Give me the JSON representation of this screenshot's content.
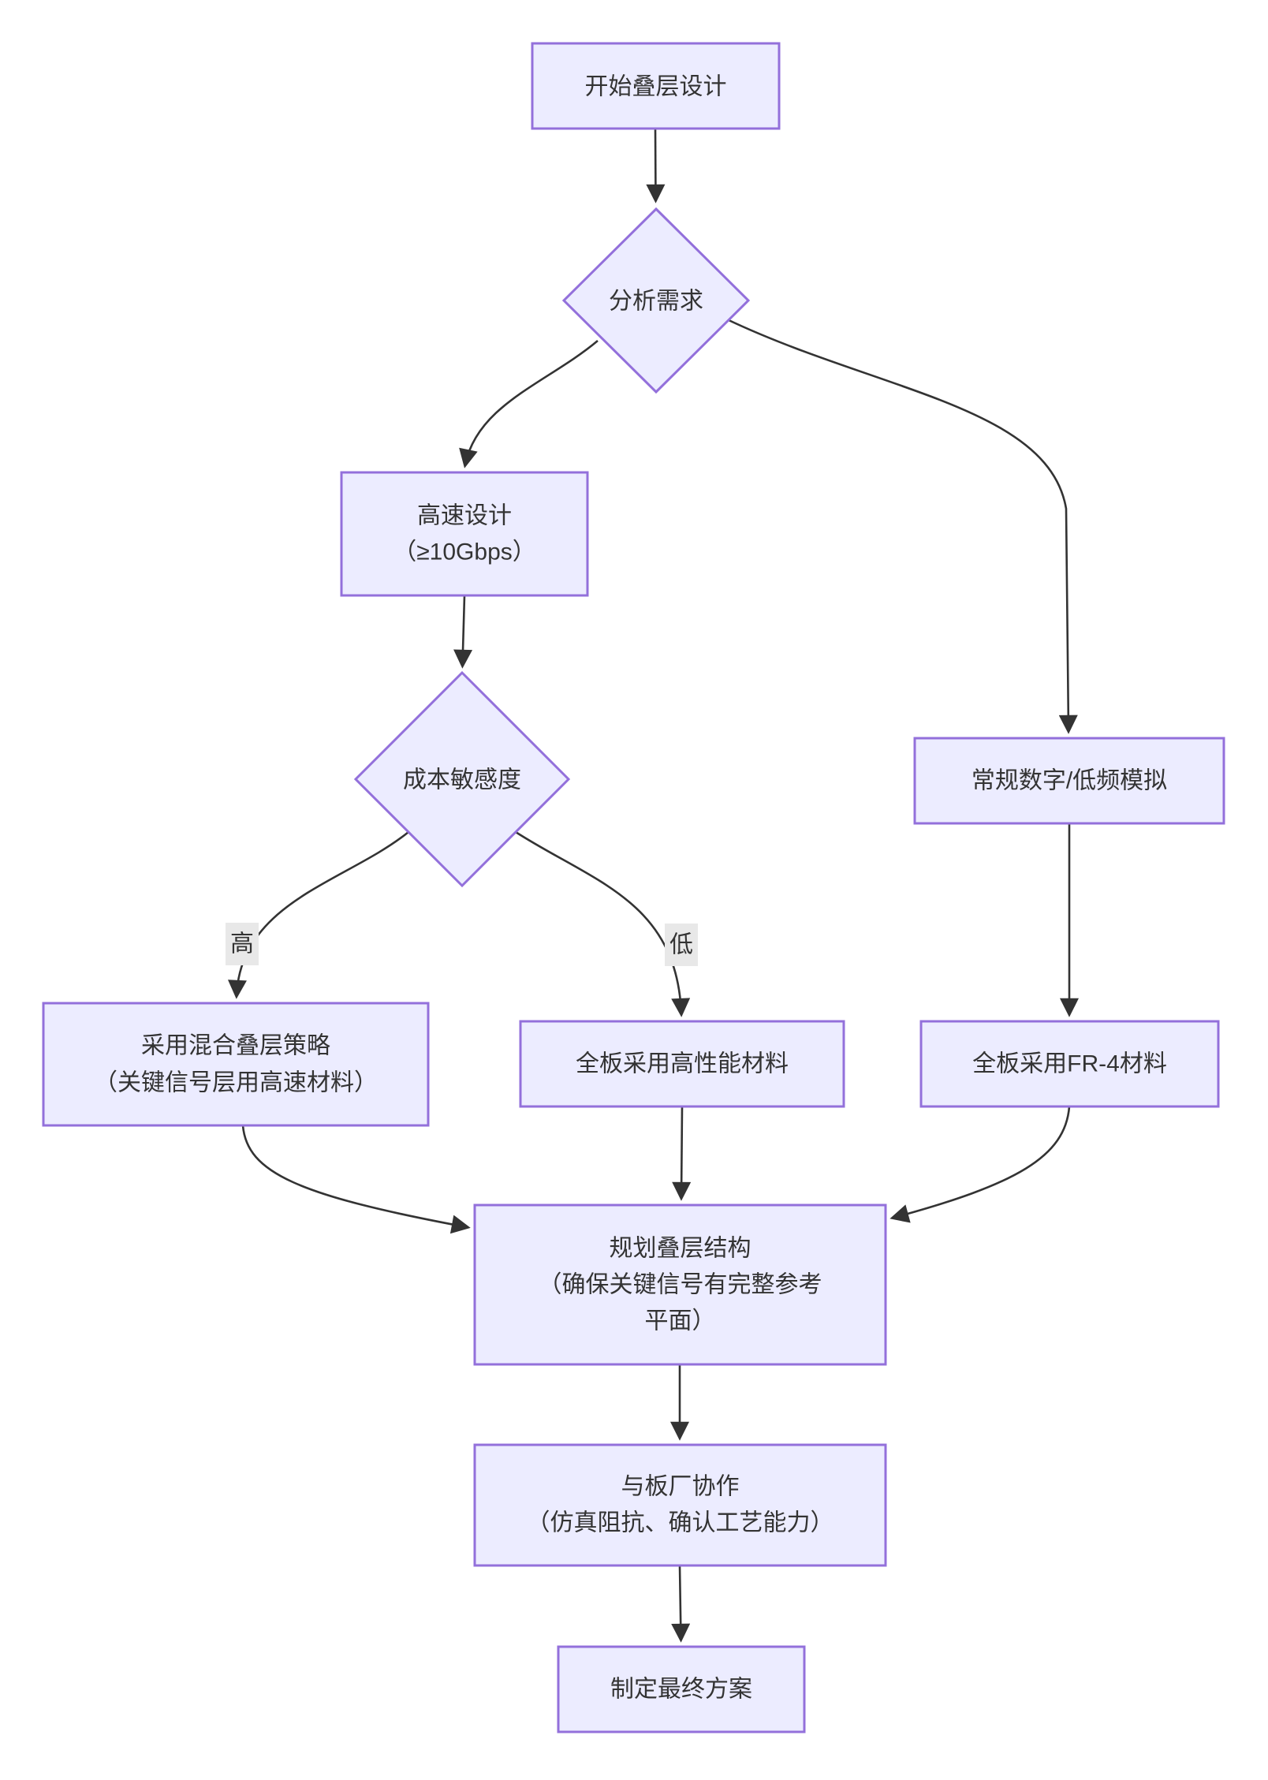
{
  "flowchart": {
    "nodes": {
      "start": {
        "shape": "rect",
        "label": "开始叠层设计",
        "lines": [
          "开始叠层设计"
        ]
      },
      "analyze": {
        "shape": "diamond",
        "label": "分析需求",
        "lines": [
          "分析需求"
        ]
      },
      "highspeed": {
        "shape": "rect",
        "label": "高速设计（≥10Gbps）",
        "lines": [
          "高速设计",
          "（≥10Gbps）"
        ]
      },
      "cost": {
        "shape": "diamond",
        "label": "成本敏感度",
        "lines": [
          "成本敏感度"
        ]
      },
      "regular": {
        "shape": "rect",
        "label": "常规数字/低频模拟",
        "lines": [
          "常规数字/低频模拟"
        ]
      },
      "hybrid": {
        "shape": "rect",
        "label": "采用混合叠层策略（关键信号层用高速材料）",
        "lines": [
          "采用混合叠层策略",
          "（关键信号层用高速材料）"
        ]
      },
      "highperf": {
        "shape": "rect",
        "label": "全板采用高性能材料",
        "lines": [
          "全板采用高性能材料"
        ]
      },
      "fr4": {
        "shape": "rect",
        "label": "全板采用FR-4材料",
        "lines": [
          "全板采用FR-4材料"
        ]
      },
      "plan": {
        "shape": "rect",
        "label": "规划叠层结构（确保关键信号有完整参考平面）",
        "lines": [
          "规划叠层结构",
          "（确保关键信号有完整参考",
          "平面）"
        ]
      },
      "fab": {
        "shape": "rect",
        "label": "与板厂协作（仿真阻抗、确认工艺能力）",
        "lines": [
          "与板厂协作",
          "（仿真阻抗、确认工艺能力）"
        ]
      },
      "final": {
        "shape": "rect",
        "label": "制定最终方案",
        "lines": [
          "制定最终方案"
        ]
      }
    },
    "edges": [
      {
        "from": "start",
        "to": "analyze",
        "label": ""
      },
      {
        "from": "analyze",
        "to": "highspeed",
        "label": ""
      },
      {
        "from": "analyze",
        "to": "regular",
        "label": ""
      },
      {
        "from": "highspeed",
        "to": "cost",
        "label": ""
      },
      {
        "from": "cost",
        "to": "hybrid",
        "label": "高"
      },
      {
        "from": "cost",
        "to": "highperf",
        "label": "低"
      },
      {
        "from": "regular",
        "to": "fr4",
        "label": ""
      },
      {
        "from": "hybrid",
        "to": "plan",
        "label": ""
      },
      {
        "from": "highperf",
        "to": "plan",
        "label": ""
      },
      {
        "from": "fr4",
        "to": "plan",
        "label": ""
      },
      {
        "from": "plan",
        "to": "fab",
        "label": ""
      },
      {
        "from": "fab",
        "to": "final",
        "label": ""
      }
    ]
  },
  "colors": {
    "node_fill": "#ECECFF",
    "node_border": "#9370DB",
    "edge": "#333333",
    "text": "#333333",
    "edge_label_bg": "#e8e8e8",
    "background": "#ffffff"
  }
}
